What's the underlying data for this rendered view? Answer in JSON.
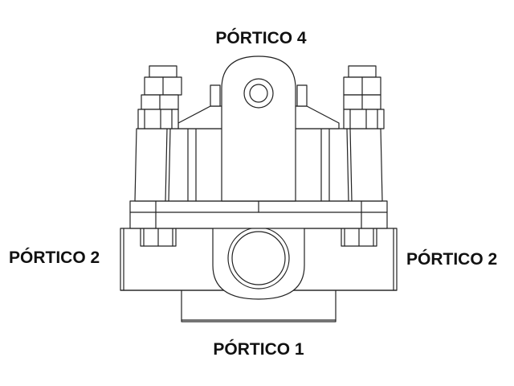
{
  "labels": {
    "top": "PÓRTICO 4",
    "bottom": "PÓRTICO 1",
    "left": "PÓRTICO 2",
    "right": "PÓRTICO 2"
  },
  "colors": {
    "line": "#222222",
    "background": "#ffffff",
    "text": "#111111"
  }
}
